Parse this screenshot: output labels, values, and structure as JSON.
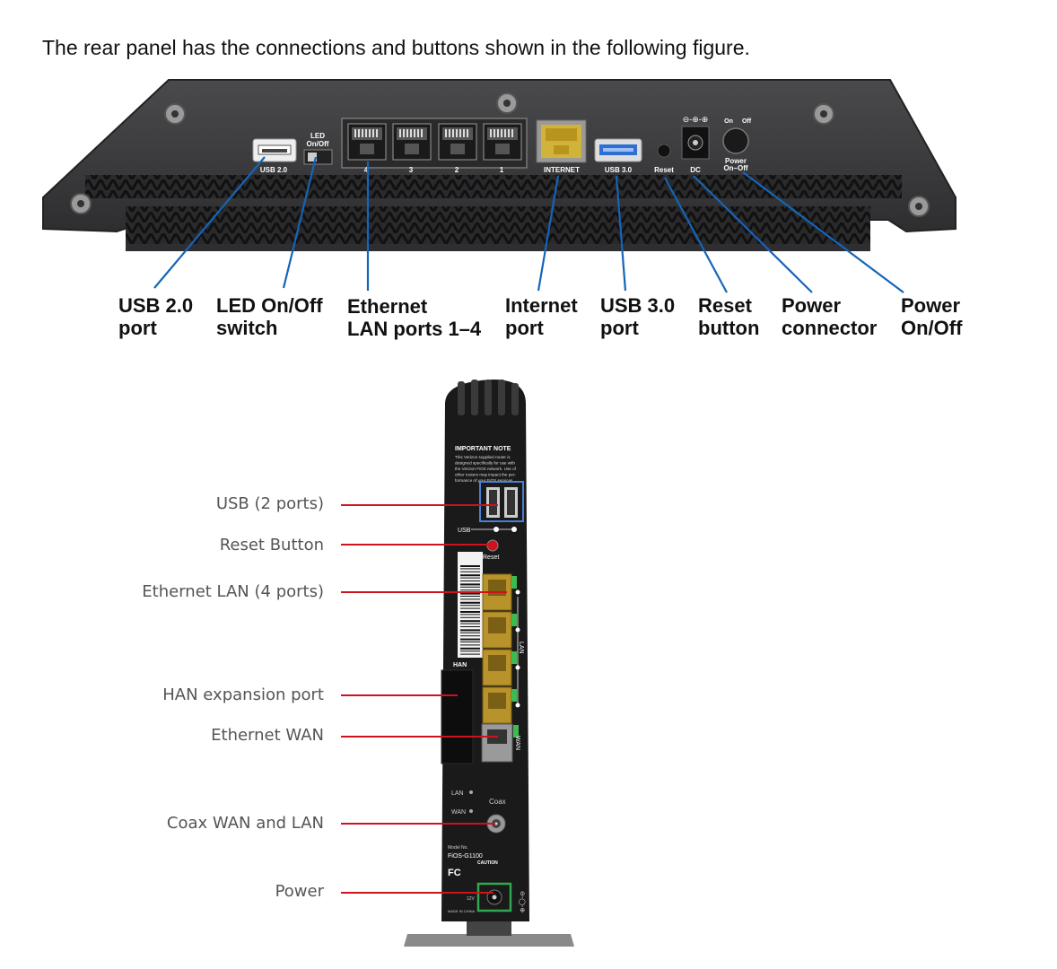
{
  "intro_text": "The rear panel has the connections and buttons shown in the following figure.",
  "figure1": {
    "panel_text": {
      "led_onoff_top": "LED",
      "led_onoff_bottom": "On/Off",
      "usb20": "USB 2.0",
      "port4": "4",
      "port3": "3",
      "port2": "2",
      "port1": "1",
      "internet": "INTERNET",
      "usb30": "USB 3.0",
      "reset": "Reset",
      "dc": "DC",
      "power_on": "On",
      "power_off": "Off",
      "power_onoff_top": "Power",
      "power_onoff_bottom": "On–Off"
    },
    "callouts": [
      {
        "line1": "USB 2.0",
        "line2": "port"
      },
      {
        "line1": "LED On/Off",
        "line2": "switch"
      },
      {
        "line1": "Ethernet",
        "line2": "LAN ports 1–4"
      },
      {
        "line1": "Internet",
        "line2": "port"
      },
      {
        "line1": "USB 3.0",
        "line2": "port"
      },
      {
        "line1": "Reset",
        "line2": "button"
      },
      {
        "line1": "Power",
        "line2": "connector"
      },
      {
        "line1": "Power",
        "line2": "On/Off"
      }
    ]
  },
  "figure2": {
    "labels": [
      "USB (2 ports)",
      "Reset Button",
      "Ethernet LAN (4 ports)",
      "HAN  expansion port",
      "Ethernet WAN",
      "Coax WAN and LAN",
      "Power"
    ],
    "device_text": {
      "important_note": "IMPORTANT NOTE",
      "note_lines": [
        "This Verizon supplied router is",
        "designed specifically for use with",
        "the Verizon FiOS network. Use of",
        "other routers may impact the per-",
        "formance of your FiOS services."
      ],
      "usb": "USB",
      "reset": "Reset",
      "lan": "LAN",
      "han": "HAN",
      "wan": "WAN",
      "led_lan": "LAN",
      "led_wan": "WAN",
      "coax": "Coax",
      "model_label": "Model No.",
      "model": "FiOS-G1100",
      "caution": "CAUTION",
      "fcc": "FC",
      "made_in": "MADE IN CHINA",
      "rating": "12V"
    }
  },
  "colors": {
    "leader_blue": "#1565b8",
    "leader_red": "#d0121b",
    "panel_dark": "#3a3a3c",
    "lan_gold": "#c9a227",
    "usb3_blue": "#2f6fd1"
  }
}
